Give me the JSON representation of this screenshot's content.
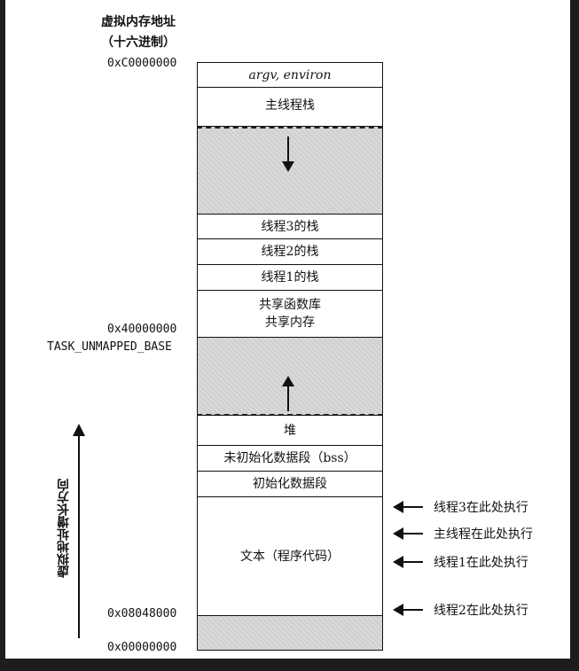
{
  "header": {
    "title_line1": "虚拟内存地址",
    "title_line2": "（十六进制）"
  },
  "addresses": {
    "top": "0xC0000000",
    "middle": "0x40000000",
    "task_unmapped": "TASK_UNMAPPED_BASE",
    "text_start": "0x08048000",
    "zero": "0x00000000"
  },
  "segments": {
    "argv": "argv, environ",
    "main_stack": "主线程栈",
    "thread3_stack": "线程3的栈",
    "thread2_stack": "线程2的栈",
    "thread1_stack": "线程1的栈",
    "shared": "共享函数库\n共享内存",
    "heap": "堆",
    "bss": "未初始化数据段（bss）",
    "data": "初始化数据段",
    "text": "文本（程序代码）"
  },
  "pointers": {
    "thread3": "线程3在此处执行",
    "main": "主线程在此处执行",
    "thread1": "线程1在此处执行",
    "thread2": "线程2在此处执行"
  },
  "growth_label": "虚拟地址增长方向",
  "colors": {
    "shade": "#d4d4d4",
    "line": "#111111",
    "frame": "#1d1d1d"
  }
}
